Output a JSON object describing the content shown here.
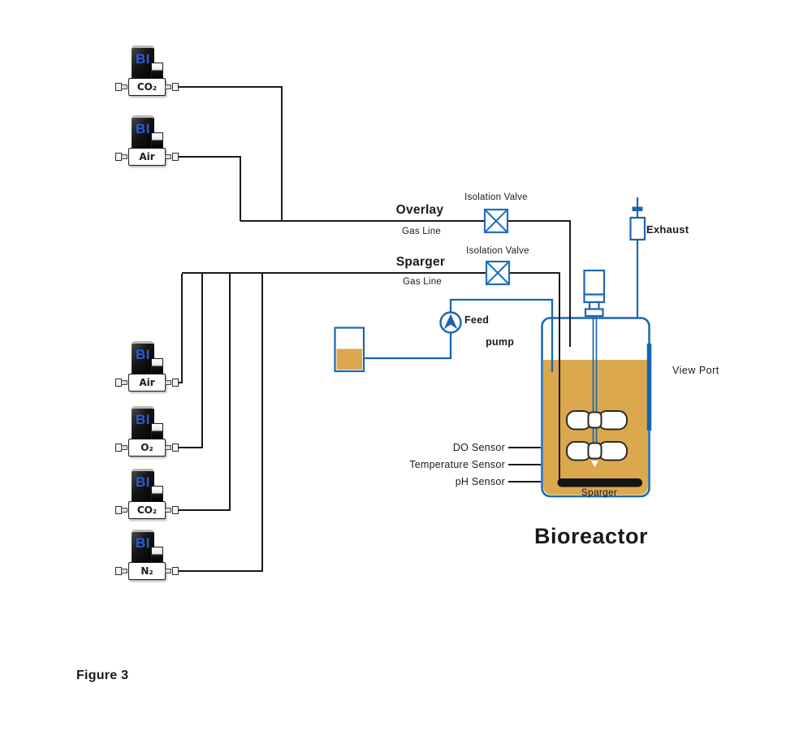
{
  "figure_label": "Figure 3",
  "title": "Bioreactor",
  "colors": {
    "pipe_black": "#1a1a1a",
    "pipe_blue": "#1b66b0",
    "valve_blue": "#1c70be",
    "liquid_amber": "#dca84e",
    "brand_blue": "#2a5cd8",
    "viewport_blue": "#1464b4"
  },
  "mfc_units": [
    {
      "brand": "BI",
      "gas": "CO₂",
      "line": "overlay"
    },
    {
      "brand": "BI",
      "gas": "Air",
      "line": "overlay"
    },
    {
      "brand": "BI",
      "gas": "Air",
      "line": "sparger"
    },
    {
      "brand": "BI",
      "gas": "O₂",
      "line": "sparger"
    },
    {
      "brand": "BI",
      "gas": "CO₂",
      "line": "sparger"
    },
    {
      "brand": "BI",
      "gas": "N₂",
      "line": "sparger"
    }
  ],
  "overlay_line": {
    "name": "Overlay",
    "sub": "Gas Line",
    "valve_label": "Isolation Valve"
  },
  "sparger_line": {
    "name": "Sparger",
    "sub": "Gas Line",
    "valve_label": "Isolation Valve"
  },
  "feed_pump": {
    "line1": "Feed",
    "line2": "pump"
  },
  "exhaust_label": "Exhaust",
  "view_port_label": "View Port",
  "sensors": [
    "DO Sensor",
    "Temperature Sensor",
    "pH Sensor"
  ],
  "sparger_internal_label": "Sparger"
}
